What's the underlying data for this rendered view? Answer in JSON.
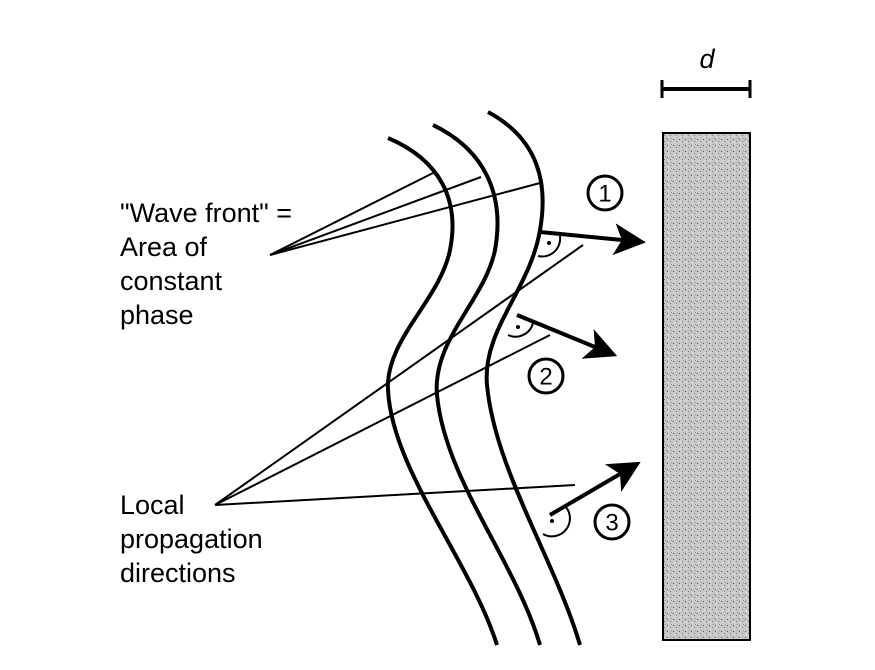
{
  "wavefront_label": [
    "\"Wave front\" =",
    "Area of",
    "constant",
    "phase"
  ],
  "propagation_label": [
    "Local",
    "propagation",
    "directions"
  ],
  "thickness_label": "d",
  "direction_numbers": [
    "1",
    "2",
    "3"
  ]
}
